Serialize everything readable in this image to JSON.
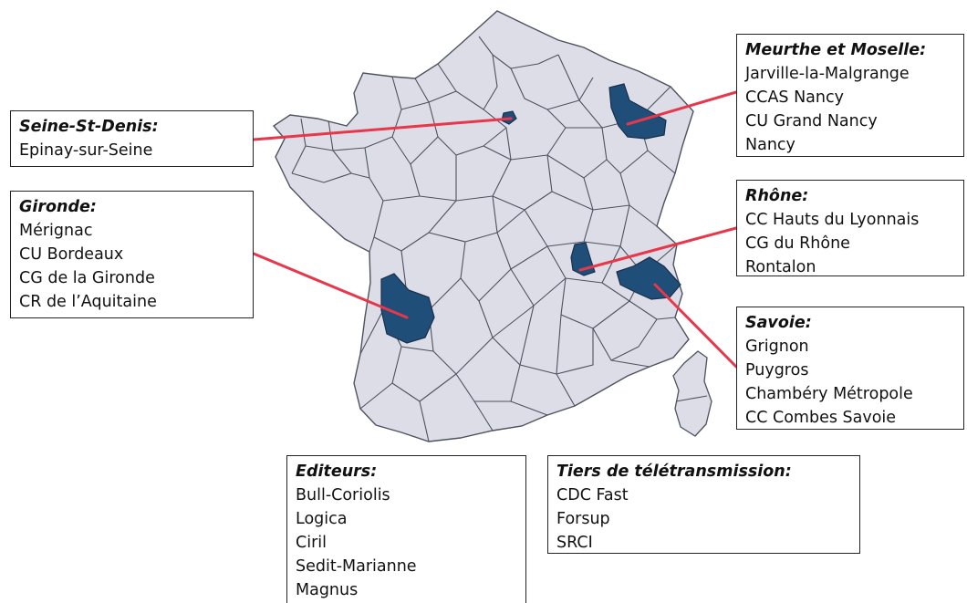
{
  "colors": {
    "department_fill": "#dcdde6",
    "department_stroke": "#4d5260",
    "highlight_fill": "#1f4e79",
    "leader_line": "#e8364a"
  },
  "regions": {
    "seine_st_denis": {
      "title": "Seine-St-Denis:",
      "items": [
        "Epinay-sur-Seine"
      ]
    },
    "gironde": {
      "title": "Gironde:",
      "items": [
        "Mérignac",
        "CU Bordeaux",
        "CG de la Gironde",
        "CR de l’Aquitaine"
      ]
    },
    "meurthe_et_moselle": {
      "title": "Meurthe et Moselle:",
      "items": [
        "Jarville-la-Malgrange",
        "CCAS Nancy",
        "CU Grand Nancy",
        "Nancy"
      ]
    },
    "rhone": {
      "title": "Rhône:",
      "items": [
        "CC Hauts du Lyonnais",
        "CG du Rhône",
        "Rontalon"
      ]
    },
    "savoie": {
      "title": "Savoie:",
      "items": [
        "Grignon",
        "Puygros",
        "Chambéry Métropole",
        "CC Combes Savoie"
      ]
    }
  },
  "editeurs": {
    "title": "Editeurs:",
    "items": [
      "Bull-Coriolis",
      "Logica",
      "Ciril",
      "Sedit-Marianne",
      "Magnus"
    ]
  },
  "tiers": {
    "title": "Tiers de télétransmission:",
    "items": [
      "CDC Fast",
      "Forsup",
      "SRCI"
    ]
  }
}
